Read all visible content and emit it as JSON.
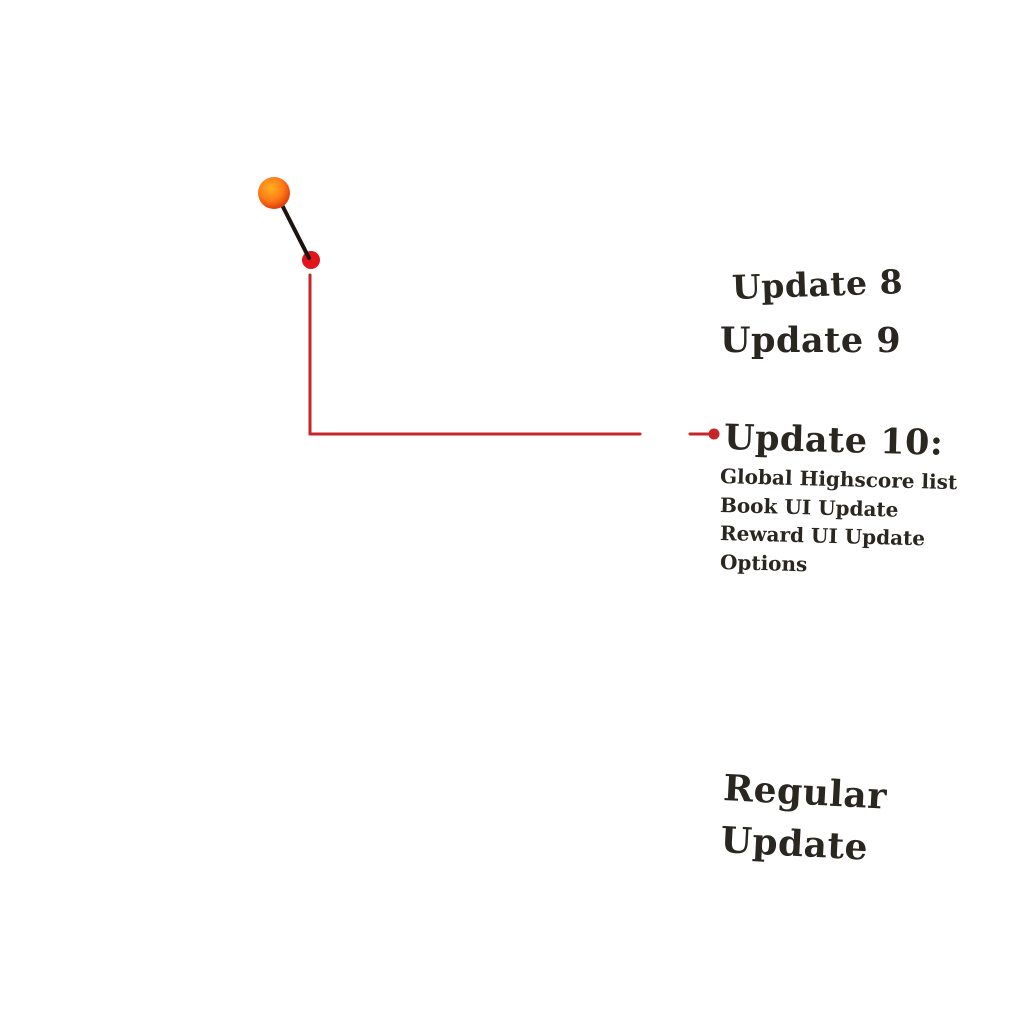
{
  "timeline": {
    "update_8": "Update 8",
    "update_9": "Update 9",
    "update_10": {
      "title": "Update 10:",
      "items": [
        "Global Highscore list",
        "Book UI Update",
        "Reward UI Update",
        "Options"
      ]
    },
    "regular_update": [
      "Regular",
      "Update"
    ]
  },
  "colors": {
    "path": "#c4262a",
    "marker_outer": "#ff5a14",
    "marker_inner": "#ffb020",
    "pin_stick": "#1c1410",
    "text": "#2a2620"
  },
  "icons": {
    "marker": "map-pin-icon"
  }
}
